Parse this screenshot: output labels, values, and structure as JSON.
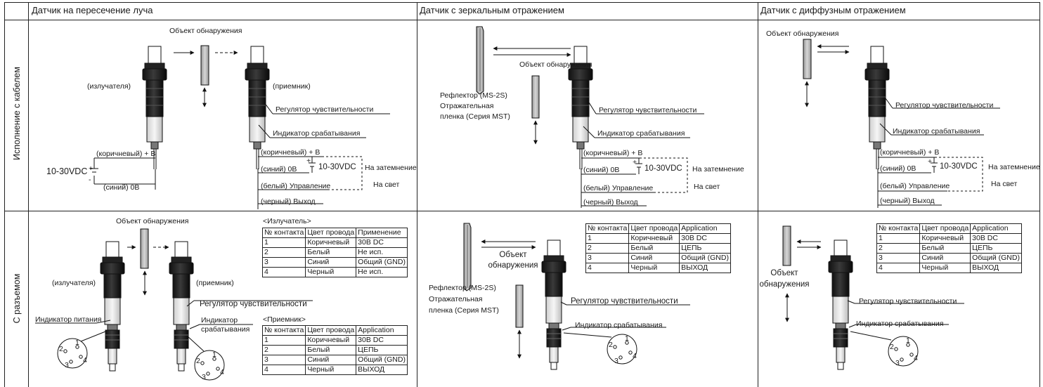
{
  "columns": [
    {
      "title": "Датчик на пересечение луча"
    },
    {
      "title": "Датчик с зеркальным отражением"
    },
    {
      "title": "Датчик с диффузным отражением"
    }
  ],
  "rows": [
    {
      "title": "Исполнение с кабелем"
    },
    {
      "title": "С разъемом"
    }
  ],
  "labels": {
    "object": "Объект обнаружения",
    "emitter": "(излучателя)",
    "receiver": "(приемник)",
    "sensitivity": "Регулятор чувствительности",
    "indicator": "Индикатор срабатывания",
    "power_indicator": "Индикатор питания",
    "indicator_a": "Индикатор",
    "indicator_b": "срабатывания",
    "brown_b": "(коричневый) + B",
    "blue_0v": "(синий) 0B",
    "white_ctrl": "(белый) Управление",
    "black_out": "(черный) Выход",
    "voltage": "10-30VDC",
    "dark_on": "На затемнение",
    "light_on": "На свет",
    "reflector": "Рефлектор (MS-2S)",
    "reflective_a": "Отражательная",
    "reflective_b": "пленка (Серия MST)",
    "object_a": "Объект",
    "object_b": "обнаружения",
    "plus": "+",
    "minus": "-",
    "emitter_table_title": "<Излучатель>",
    "receiver_table_title": "<Приемник>"
  },
  "pins": {
    "1": "1",
    "2": "2",
    "3": "3",
    "4": "4"
  },
  "table_emitter": {
    "header": [
      "№ контакта",
      "Цвет провода",
      "Применение"
    ],
    "rows": [
      [
        "1",
        "Коричневый",
        "30B DC"
      ],
      [
        "2",
        "Белый",
        "Не исп."
      ],
      [
        "3",
        "Синий",
        "Общий (GND)"
      ],
      [
        "4",
        "Черный",
        "Не исп."
      ]
    ]
  },
  "table_app": {
    "header": [
      "№ контакта",
      "Цвет провода",
      "Application"
    ],
    "rows": [
      [
        "1",
        "Коричневый",
        "30B DC"
      ],
      [
        "2",
        "Белый",
        "ЦЕПЬ"
      ],
      [
        "3",
        "Синий",
        "Общий (GND)"
      ],
      [
        "4",
        "Черный",
        "ВЫХОД"
      ]
    ]
  }
}
